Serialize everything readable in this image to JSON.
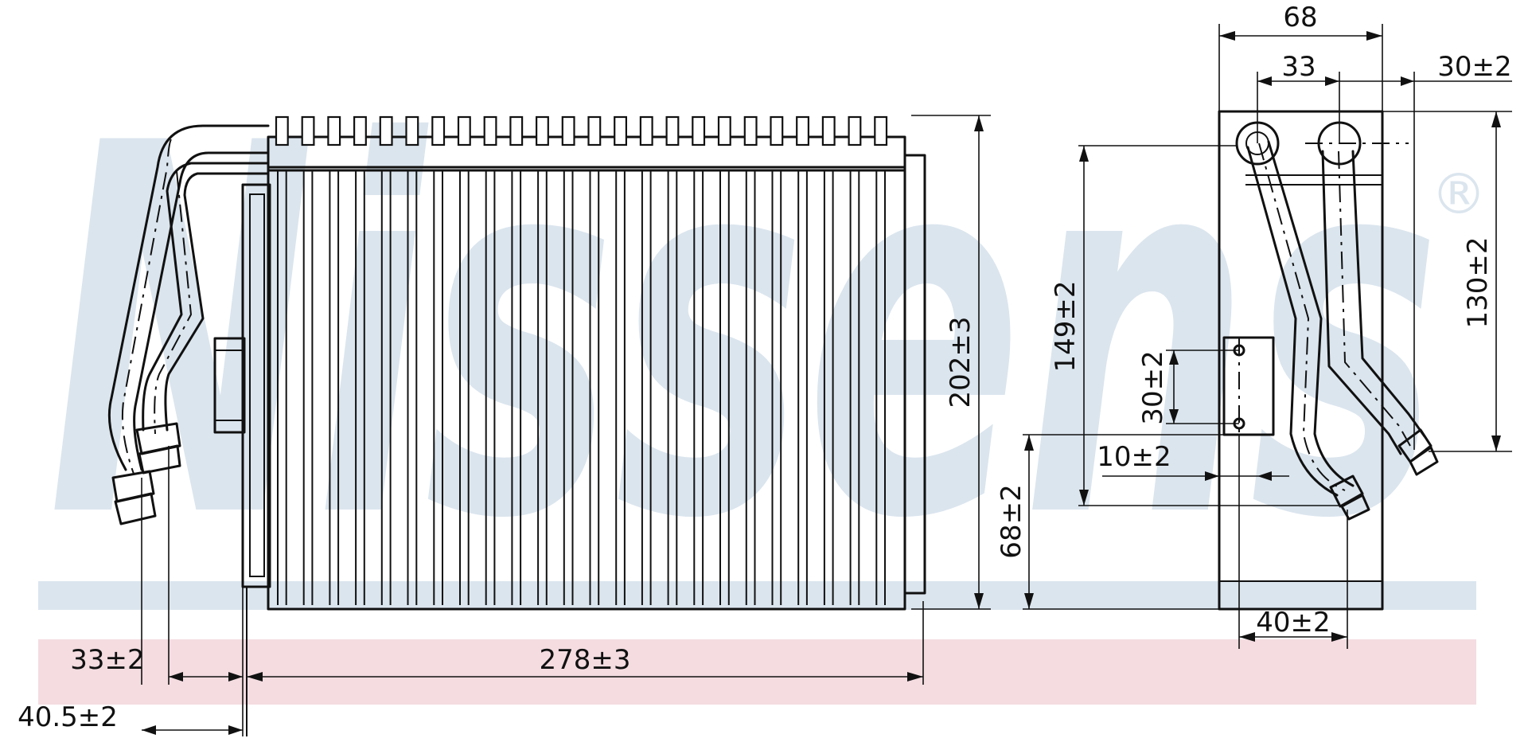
{
  "watermark": {
    "brand": "Nissens",
    "registered_mark": "®",
    "band_color_blue": "#dbe5ee",
    "band_color_red": "#f4dce1"
  },
  "dimensions": {
    "overall_depth": "68",
    "pipe_spacing_top": "33",
    "pipe_offset_right": "30±2",
    "core_height": "202±3",
    "pipe_height_side": "149±2",
    "pipe_height_right": "130±2",
    "bracket_hole_spacing": "30±2",
    "bracket_offset": "10±2",
    "bracket_height": "68±2",
    "pipe_spacing_bottom": "40±2",
    "core_width": "278±3",
    "pipe_offset_1": "33±2",
    "pipe_offset_2": "40.5±2"
  },
  "colors": {
    "line": "#111111",
    "background": "#ffffff"
  }
}
